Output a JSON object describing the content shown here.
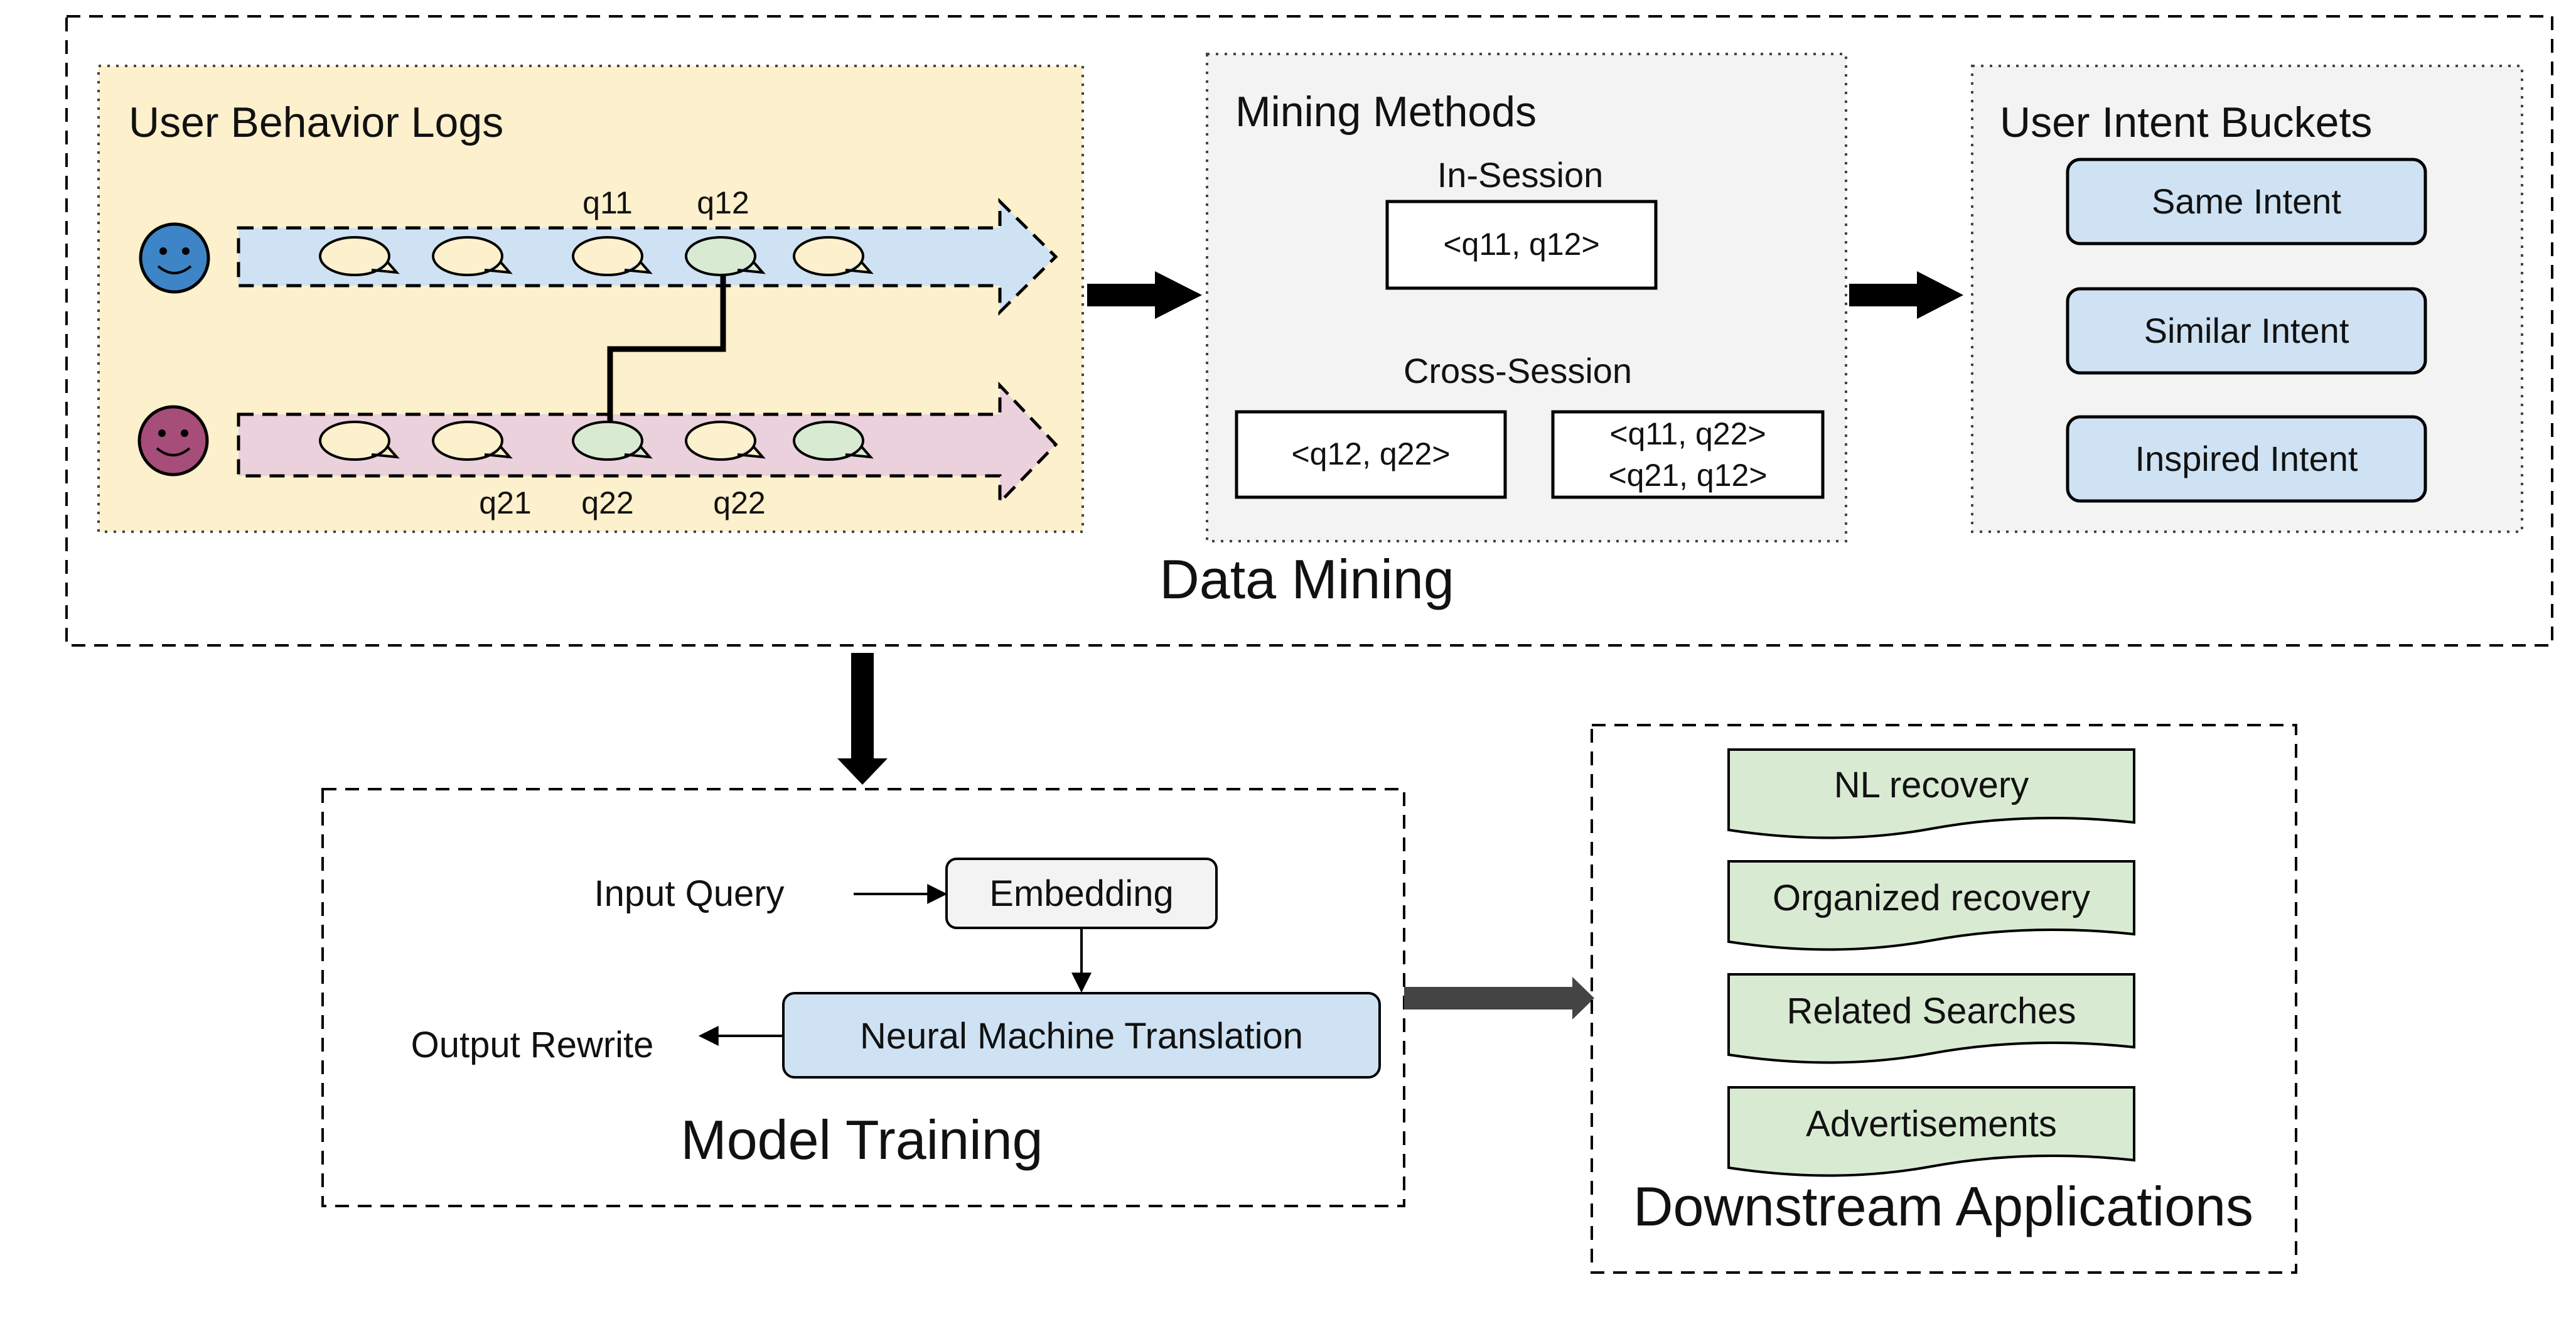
{
  "data_mining": {
    "title": "Data Mining",
    "behavior_logs": {
      "title": "User Behavior Logs",
      "user1_query_labels": [
        "q11",
        "q12"
      ],
      "user2_query_labels": [
        "q21",
        "q22",
        "q22"
      ]
    },
    "mining_methods": {
      "title": "Mining Methods",
      "in_session_label": "In-Session",
      "in_session_pair": "<q11, q12>",
      "cross_session_label": "Cross-Session",
      "cross_session_pair_a": "<q12, q22>",
      "cross_session_pair_b_line1": "<q11, q22>",
      "cross_session_pair_b_line2": "<q21, q12>"
    },
    "intent_buckets": {
      "title": "User Intent Buckets",
      "items": [
        "Same Intent",
        "Similar Intent",
        "Inspired Intent"
      ]
    }
  },
  "model_training": {
    "title": "Model Training",
    "input_label": "Input Query",
    "embedding_label": "Embedding",
    "nmt_label": "Neural Machine Translation",
    "output_label": "Output Rewrite"
  },
  "downstream": {
    "title": "Downstream Applications",
    "items": [
      "NL recovery",
      "Organized recovery",
      "Related Searches",
      "Advertisements"
    ]
  },
  "colors": {
    "logs_bg": "#fdf0cc",
    "panel_bg": "#f3f3f3",
    "user1_face": "#3d85c6",
    "user2_face": "#a64d79",
    "user1_arrow": "#cfe2f3",
    "user2_arrow": "#ead1dc",
    "bubble_default": "#fdf0cc",
    "bubble_highlight": "#d9ead3",
    "intent_box": "#cfe2f3",
    "nmt_box": "#cfe2f3",
    "doc_fill": "#d9ead3"
  }
}
